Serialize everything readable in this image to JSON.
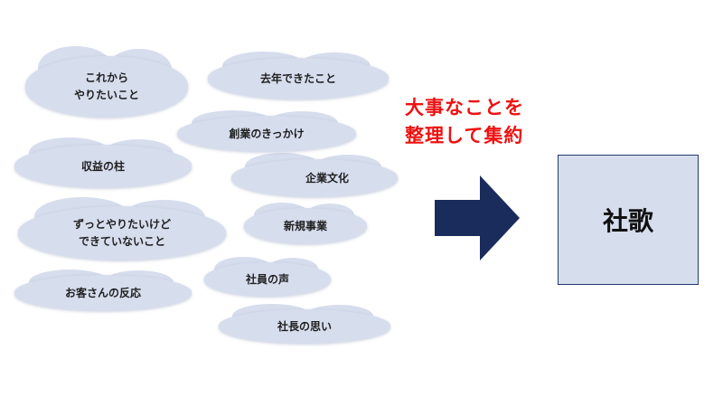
{
  "clouds": [
    {
      "id": "kore-kara",
      "lines": [
        "これから",
        "やりたいこと"
      ]
    },
    {
      "id": "kyonen",
      "lines": [
        "去年できたこと"
      ]
    },
    {
      "id": "sougyou",
      "lines": [
        "創業のきっかけ"
      ]
    },
    {
      "id": "shueki",
      "lines": [
        "収益の柱"
      ]
    },
    {
      "id": "kigyou-bunka",
      "lines": [
        "企業文化"
      ]
    },
    {
      "id": "zutto",
      "lines": [
        "ずっとやりたいけど",
        "できていないこと"
      ]
    },
    {
      "id": "shinki",
      "lines": [
        "新規事業"
      ]
    },
    {
      "id": "okyaku",
      "lines": [
        "お客さんの反応"
      ]
    },
    {
      "id": "shain-koe",
      "lines": [
        "社員の声"
      ]
    },
    {
      "id": "shachou",
      "lines": [
        "社長の思い"
      ]
    }
  ],
  "headline": {
    "lines": [
      "大事なことを",
      "整理して集約"
    ]
  },
  "result": {
    "label": "社歌"
  },
  "colors": {
    "cloud_fill": "#d6dded",
    "arrow": "#1a2c5c",
    "headline": "#ee1111",
    "box_border": "#243b70"
  }
}
